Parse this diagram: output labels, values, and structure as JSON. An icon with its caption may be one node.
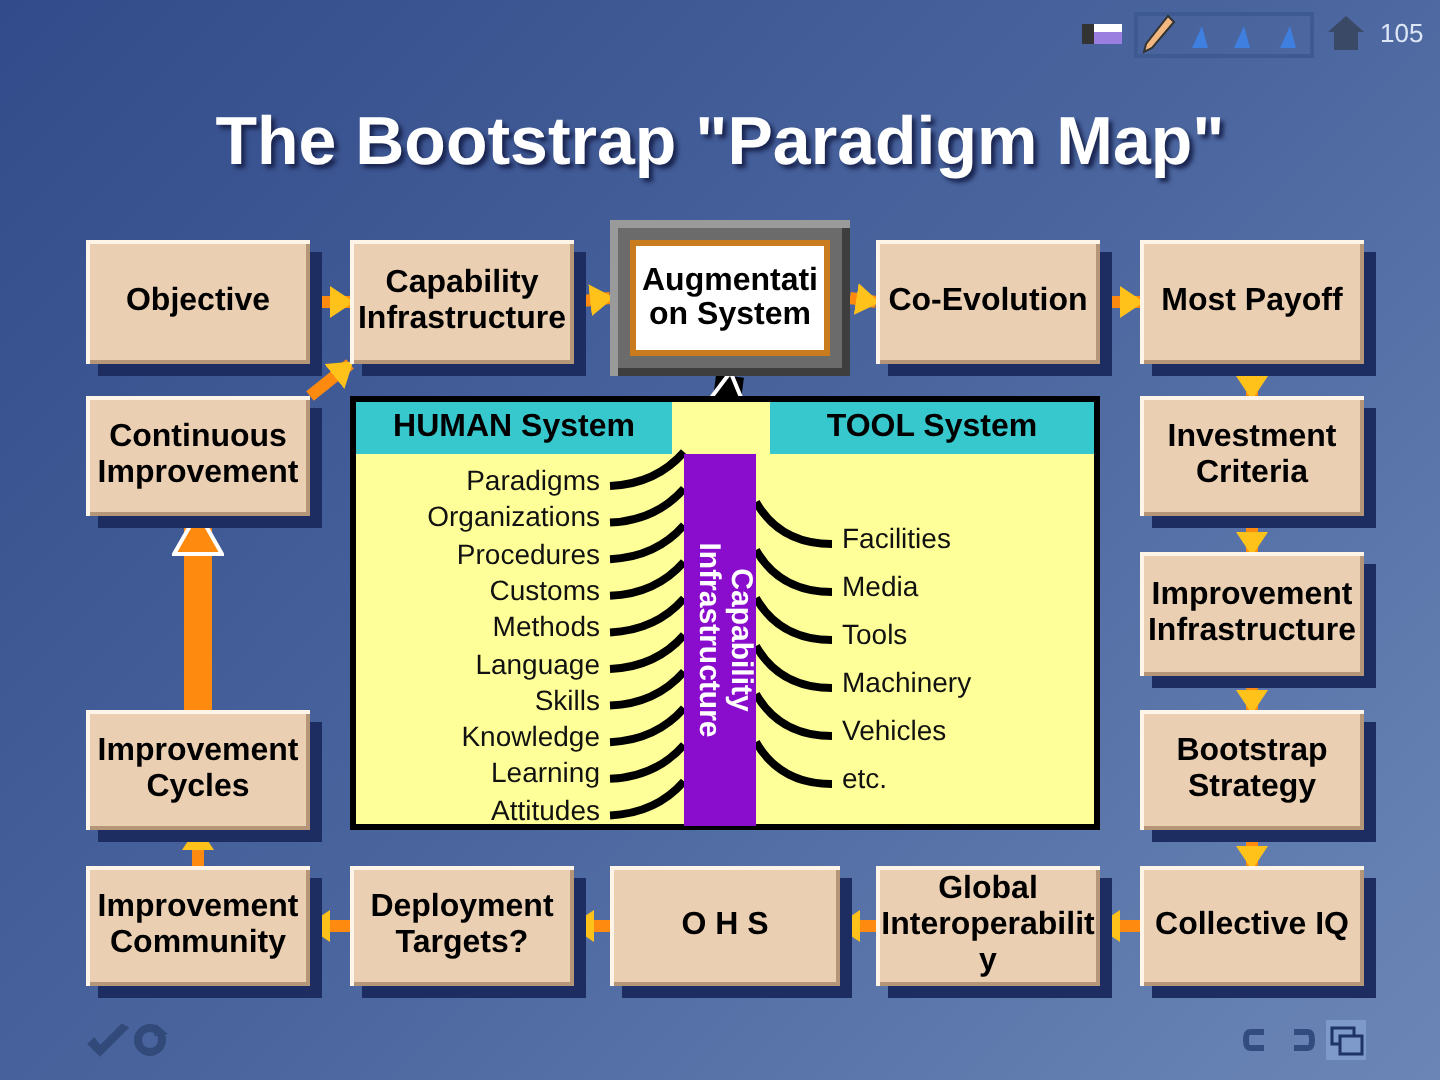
{
  "diagram": {
    "title": "The Bootstrap \"Paradigm Map\"",
    "nodes": [
      {
        "text": [
          "Objective"
        ]
      },
      {
        "text": [
          "Capability Infrastructure"
        ]
      },
      {
        "text": [
          "Augmentation System"
        ]
      },
      {
        "text": [
          "Co-Evolution"
        ]
      },
      {
        "text": [
          "Most Payoff"
        ]
      },
      {
        "text": [
          "Continuous Improvement"
        ]
      },
      {
        "text": [
          "Investment Criteria"
        ]
      },
      {
        "text": [
          "Improvement Infrastructure"
        ]
      },
      {
        "text": [
          "Improvement Cycles"
        ]
      },
      {
        "text": [
          "Bootstrap Strategy"
        ]
      },
      {
        "text": [
          "Improvement Community"
        ]
      },
      {
        "text": [
          "Deployment Targets?"
        ]
      },
      {
        "text": [
          "O H S"
        ]
      },
      {
        "text": [
          "Global Interoperability"
        ]
      },
      {
        "text": [
          "Collective IQ"
        ]
      },
      {
        "text": [
          "HUMAN System",
          "TOOL System",
          "Paradigms",
          "Organizations",
          "Procedures",
          "Customs",
          "Methods",
          "Language",
          "Skills",
          "Knowledge",
          "Learning",
          "Attitudes",
          "Facilities",
          "Media",
          "Tools",
          "Machinery",
          "Vehicles",
          "etc."
        ]
      },
      {
        "text": [
          "Capability Infrastructure"
        ],
        "in": 15
      }
    ],
    "edges": [
      {
        "from": 0,
        "to": 1,
        "arrow": "to"
      },
      {
        "from": 5,
        "to": 1,
        "arrow": "to"
      },
      {
        "from": 1,
        "to": 2,
        "arrow": "to"
      },
      {
        "from": 2,
        "to": 3,
        "arrow": "to"
      },
      {
        "from": 3,
        "to": 4,
        "arrow": "to"
      },
      {
        "from": 4,
        "to": 6,
        "arrow": "to"
      },
      {
        "from": 6,
        "to": 7,
        "arrow": "to"
      },
      {
        "from": 7,
        "to": 9,
        "arrow": "to"
      },
      {
        "from": 9,
        "to": 14,
        "arrow": "to"
      },
      {
        "from": 14,
        "to": 13,
        "arrow": "to"
      },
      {
        "from": 13,
        "to": 12,
        "arrow": "to"
      },
      {
        "from": 12,
        "to": 11,
        "arrow": "to"
      },
      {
        "from": 11,
        "to": 10,
        "arrow": "to"
      },
      {
        "from": 10,
        "to": 8,
        "arrow": "to"
      },
      {
        "from": 8,
        "to": 5,
        "arrow": "to",
        "style": "thick"
      },
      {
        "from": 16,
        "to": 2,
        "arrow": "to",
        "style": "thick",
        "color": "#000000"
      }
    ],
    "labels": [
      "105"
    ]
  }
}
